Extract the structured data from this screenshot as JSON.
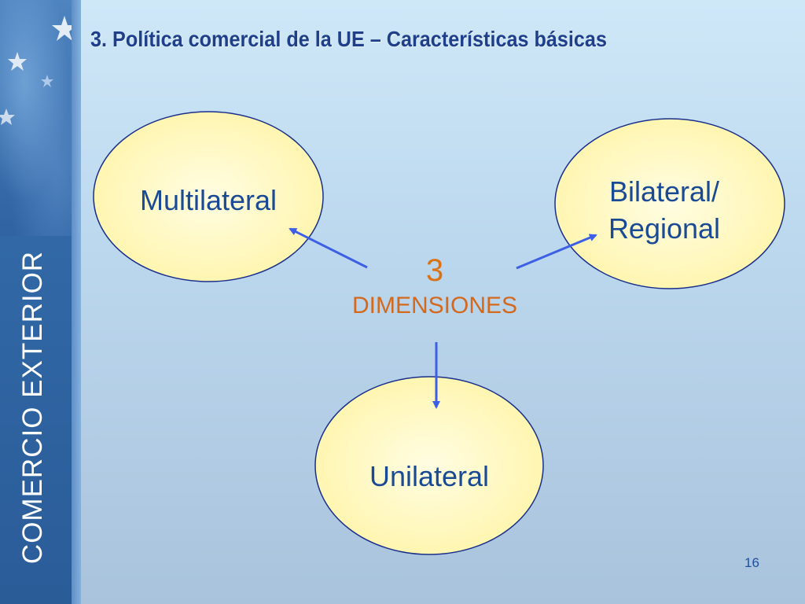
{
  "slide": {
    "title": "3. Política comercial de la UE – Características básicas",
    "sidebar_label": "COMERCIO EXTERIOR",
    "page_number": "16"
  },
  "diagram": {
    "center": {
      "number": "3",
      "label": "DIMENSIONES"
    },
    "nodes": {
      "multilateral": "Multilateral",
      "bilateral_line1": "Bilateral/",
      "bilateral_line2": "Regional",
      "unilateral": "Unilateral"
    },
    "colors": {
      "ellipse_fill": "#fff9c4",
      "ellipse_stroke": "#1a2f8a",
      "arrow": "#3d5fe6",
      "node_text": "#1a4a94",
      "center_text": "#d2691e",
      "title_text": "#1f3f8a"
    }
  }
}
